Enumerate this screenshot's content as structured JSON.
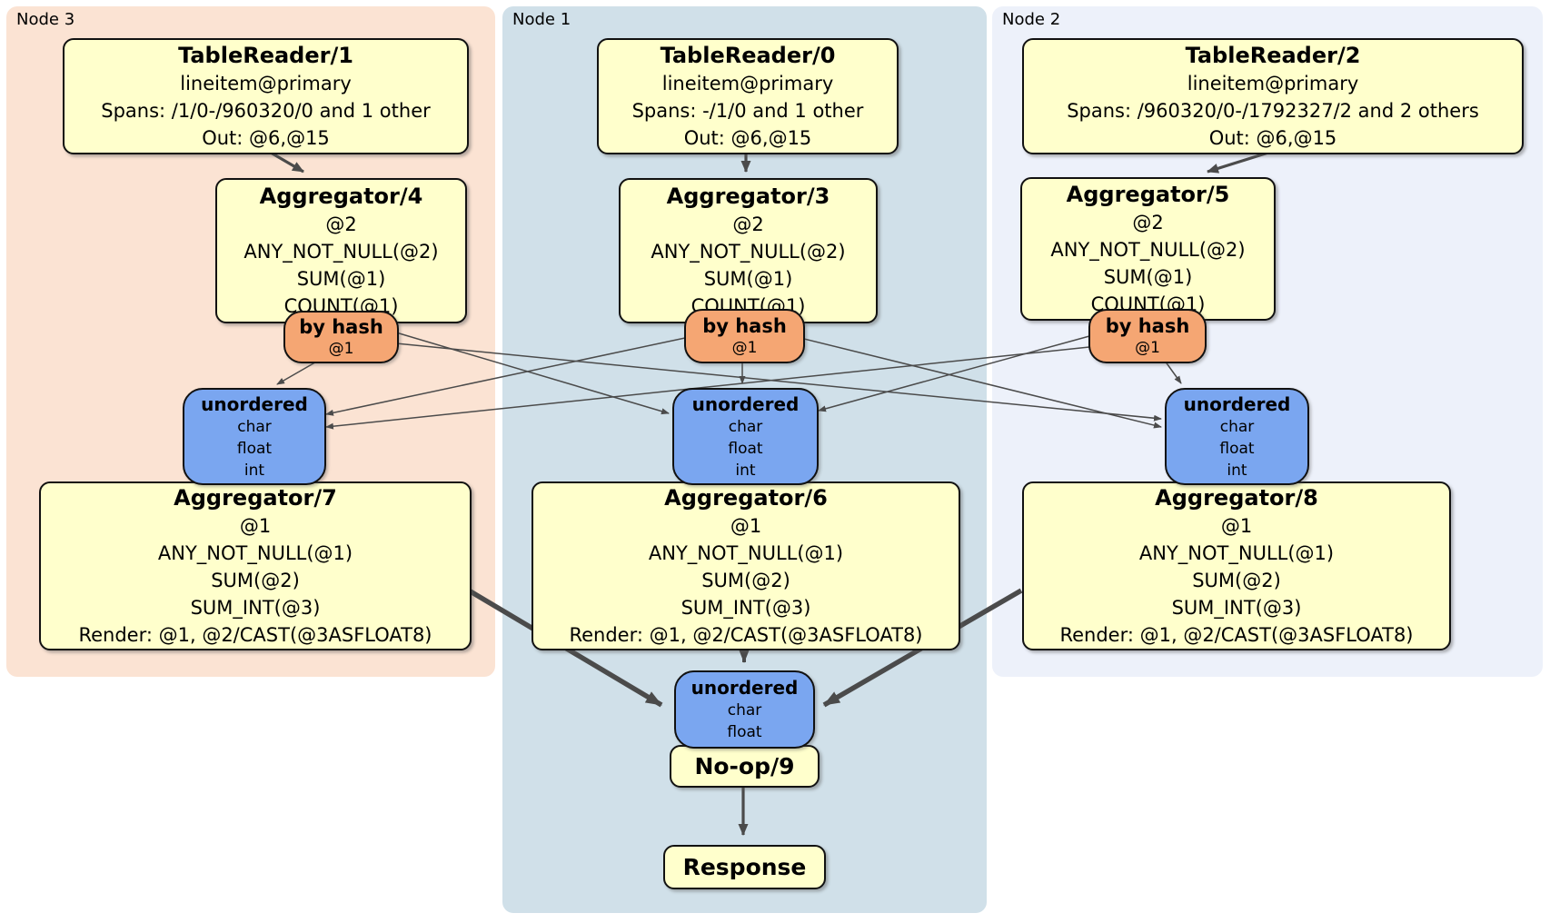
{
  "colors": {
    "operator_fill": "#ffffcc",
    "router_fill": "#f5a673",
    "synchronizer_fill": "#7aa6f0",
    "node3_panel": "#fbe3d3",
    "node1_panel": "#d0e0e9",
    "node2_panel": "#edf1fa",
    "edge": "#4b4b4b",
    "box_border": "#111111"
  },
  "groups": [
    {
      "label": "Node 3",
      "table_reader": {
        "title": "TableReader/1",
        "lines": [
          "lineitem@primary",
          "Spans: /1/0-/960320/0 and 1 other",
          "Out: @6,@15"
        ]
      },
      "agg_top": {
        "title": "Aggregator/4",
        "lines": [
          "@2",
          "ANY_NOT_NULL(@2)",
          "SUM(@1)",
          "COUNT(@1)"
        ]
      },
      "router": {
        "title": "by hash",
        "lines": [
          "@1"
        ]
      },
      "sync": {
        "title": "unordered",
        "lines": [
          "char",
          "float",
          "int"
        ]
      },
      "agg_bottom": {
        "title": "Aggregator/7",
        "lines": [
          "@1",
          "ANY_NOT_NULL(@1)",
          "SUM(@2)",
          "SUM_INT(@3)",
          "Render: @1, @2/CAST(@3ASFLOAT8)"
        ]
      }
    },
    {
      "label": "Node 1",
      "table_reader": {
        "title": "TableReader/0",
        "lines": [
          "lineitem@primary",
          "Spans: -/1/0 and 1 other",
          "Out: @6,@15"
        ]
      },
      "agg_top": {
        "title": "Aggregator/3",
        "lines": [
          "@2",
          "ANY_NOT_NULL(@2)",
          "SUM(@1)",
          "COUNT(@1)"
        ]
      },
      "router": {
        "title": "by hash",
        "lines": [
          "@1"
        ]
      },
      "sync": {
        "title": "unordered",
        "lines": [
          "char",
          "float",
          "int"
        ]
      },
      "agg_bottom": {
        "title": "Aggregator/6",
        "lines": [
          "@1",
          "ANY_NOT_NULL(@1)",
          "SUM(@2)",
          "SUM_INT(@3)",
          "Render: @1, @2/CAST(@3ASFLOAT8)"
        ]
      }
    },
    {
      "label": "Node 2",
      "table_reader": {
        "title": "TableReader/2",
        "lines": [
          "lineitem@primary",
          "Spans: /960320/0-/1792327/2 and 2 others",
          "Out: @6,@15"
        ]
      },
      "agg_top": {
        "title": "Aggregator/5",
        "lines": [
          "@2",
          "ANY_NOT_NULL(@2)",
          "SUM(@1)",
          "COUNT(@1)"
        ]
      },
      "router": {
        "title": "by hash",
        "lines": [
          "@1"
        ]
      },
      "sync": {
        "title": "unordered",
        "lines": [
          "char",
          "float",
          "int"
        ]
      },
      "agg_bottom": {
        "title": "Aggregator/8",
        "lines": [
          "@1",
          "ANY_NOT_NULL(@1)",
          "SUM(@2)",
          "SUM_INT(@3)",
          "Render: @1, @2/CAST(@3ASFLOAT8)"
        ]
      }
    }
  ],
  "final_stage": {
    "sync": {
      "title": "unordered",
      "lines": [
        "char",
        "float"
      ]
    },
    "noop_title": "No-op/9",
    "response_title": "Response"
  }
}
